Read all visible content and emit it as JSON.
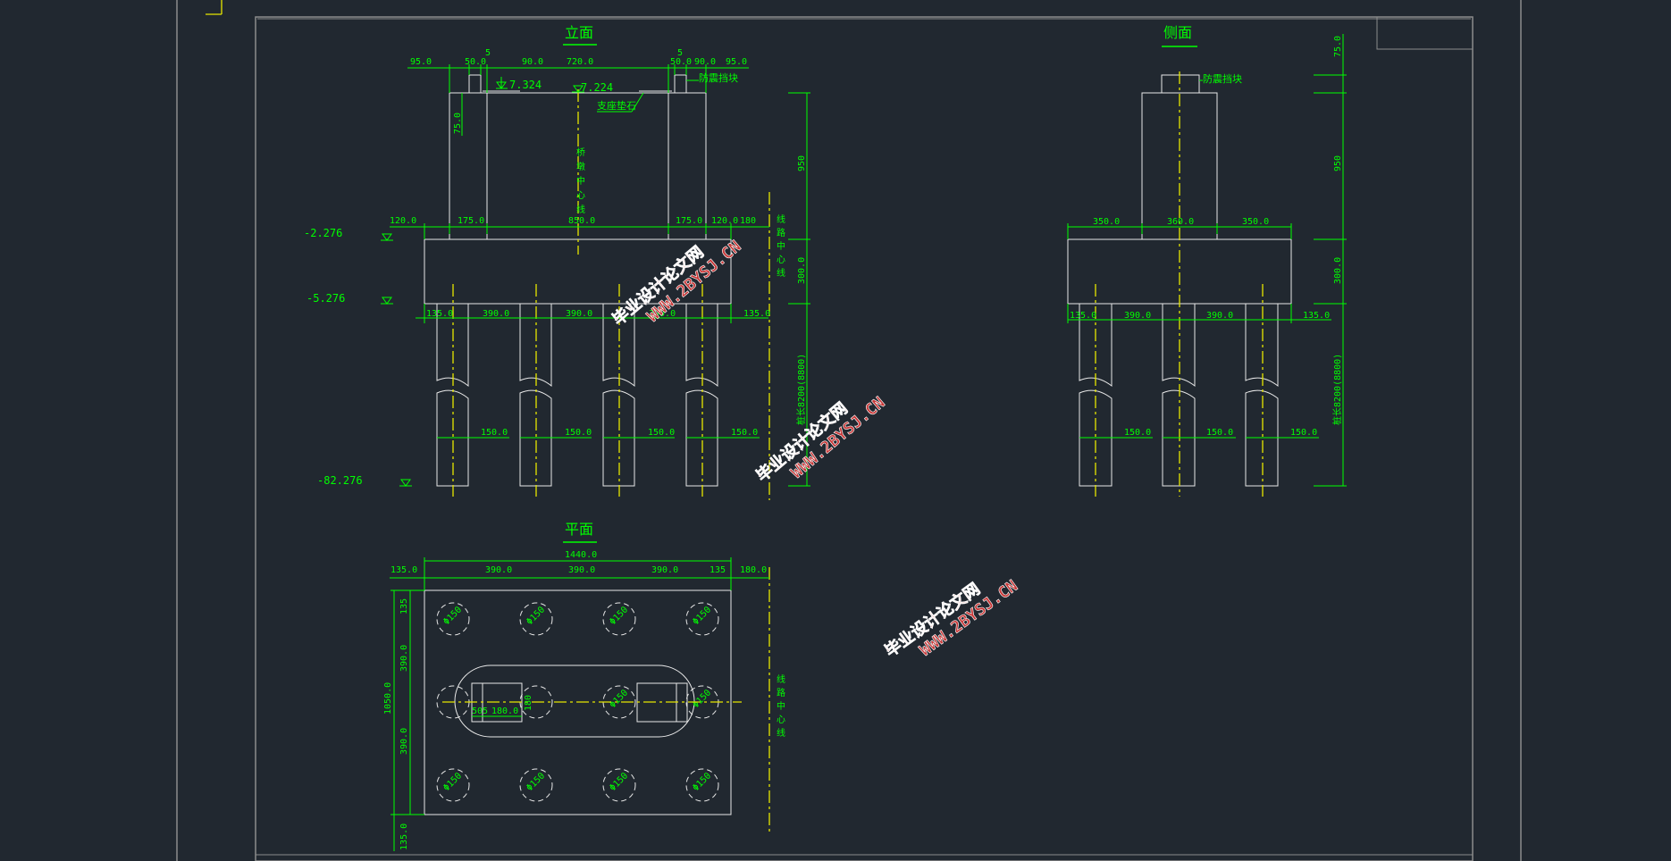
{
  "views": {
    "elevation_title": "立面",
    "side_title": "侧面",
    "plan_title": "平面"
  },
  "levels": {
    "top_left": "7.324",
    "top_mid": "7.224",
    "cap_top": "-2.276",
    "cap_bottom": "-5.276",
    "pile_tip": "-82.276"
  },
  "notes": {
    "anti_seismic_block": "防震挡块",
    "bearing_pad": "支座垫石",
    "route_centerline": "线路中心线",
    "pier_centerline": "桥墩中心线",
    "pile_length_front": "桩长8200(8800)",
    "pile_length_side": "桩长8200(8800)"
  },
  "elev_dims": {
    "top_95_left": "95.0",
    "top_50_left": "50.0",
    "top_5_left": "5",
    "top_90_left": "90.0",
    "top_720": "720.0",
    "top_5_right": "5",
    "top_50_right": "50.0",
    "top_90_right": "90.0",
    "top_95_right": "95.0",
    "block_75": "75.0",
    "cap_120_left": "120.0",
    "cap_175_left": "175.0",
    "cap_850": "850.0",
    "cap_175_right": "175.0",
    "cap_120_right": "120.0",
    "cap_180_right": "180",
    "pile_135_left": "135.0",
    "pile_390_a": "390.0",
    "pile_390_b": "390.0",
    "pile_390_c": "390.0",
    "pile_135_right": "135.0",
    "pile_dia_1": "150.0",
    "pile_dia_2": "150.0",
    "pile_dia_3": "150.0",
    "pile_dia_4": "150.0",
    "v_950": "950",
    "v_300": "300.0"
  },
  "side_dims": {
    "top_75": "75.0",
    "w_350_left": "350.0",
    "w_360": "360.0",
    "w_350_right": "350.0",
    "p_135_left": "135.0",
    "p_390_a": "390.0",
    "p_390_b": "390.0",
    "p_135_right": "135.0",
    "d_1": "150.0",
    "d_2": "150.0",
    "d_3": "150.0",
    "v_950": "950",
    "v_300": "300.0"
  },
  "plan_dims": {
    "total_1440": "1440.0",
    "left_135": "135.0",
    "s_390_a": "390.0",
    "s_390_b": "390.0",
    "s_390_c": "390.0",
    "right_135": "135",
    "right_180": "180.0",
    "v_135_top": "135",
    "v_390_a": "390.0",
    "v_1050": "1050.0",
    "v_390_b": "390.0",
    "v_135_bottom": "135.0",
    "pad_50": "50",
    "pad_5": "5",
    "pad_180": "180.0",
    "pad_180_v": "180",
    "pile_dia": "Φ150"
  },
  "watermarks": {
    "site_name": "毕业设计论文网",
    "site_url": "WWW.2BYSJ.CN"
  },
  "colors": {
    "background": "#212830",
    "dimension": "#00ff00",
    "outline": "#e8e8e8",
    "centerline": "#e6e600",
    "frame": "#8c8c8c",
    "watermark": "#c83838"
  }
}
